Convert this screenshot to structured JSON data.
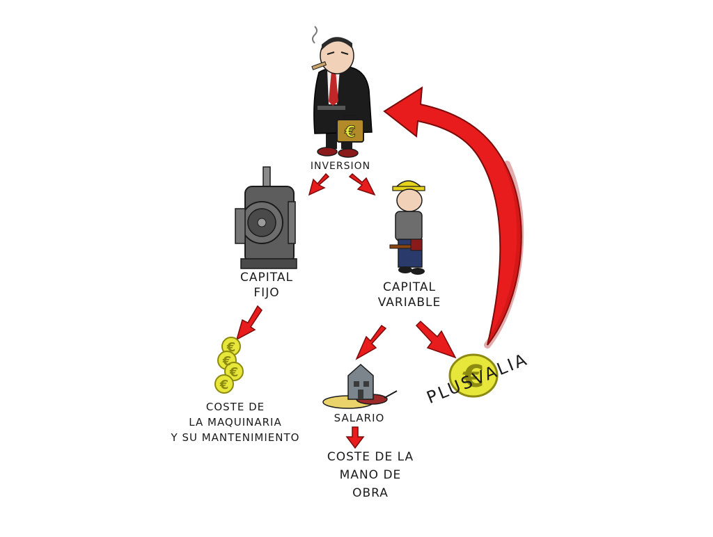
{
  "nodes": {
    "inversion": {
      "label": "INVERSION"
    },
    "capital_fijo": {
      "lines": [
        "CAPITAL",
        "FIJO"
      ]
    },
    "capital_variable": {
      "lines": [
        "CAPITAL",
        "VARIABLE"
      ]
    },
    "coste_maquinaria": {
      "lines": [
        "COSTE DE",
        "LA MAQUINARIA",
        "Y SU MANTENIMIENTO"
      ]
    },
    "salario": {
      "label": "SALARIO"
    },
    "coste_mano_obra": {
      "lines": [
        "COSTE DE LA",
        "MANO DE",
        "OBRA"
      ]
    },
    "plusvalia": {
      "label": "PLUSVALIA"
    }
  },
  "symbols": {
    "euro": "€"
  },
  "colors": {
    "arrow": "#e81c1c",
    "arrow_dark": "#9c0d0d",
    "coin": "#e7e63a",
    "coin_dark": "#8c8a10",
    "outline": "#1a1a1a",
    "suit": "#1c1c1c",
    "skin": "#f1d2b8",
    "briefcase": "#b38a2a",
    "helmet": "#e5d21a",
    "shirt": "#6d6d6d",
    "pants": "#2a3b6b",
    "machine": "#5d5d5d",
    "house": "#7c848c"
  },
  "icons": [
    "capitalist-figure-icon",
    "machine-icon",
    "worker-icon",
    "euro-coins-icon",
    "house-icon",
    "euro-coin-icon"
  ]
}
